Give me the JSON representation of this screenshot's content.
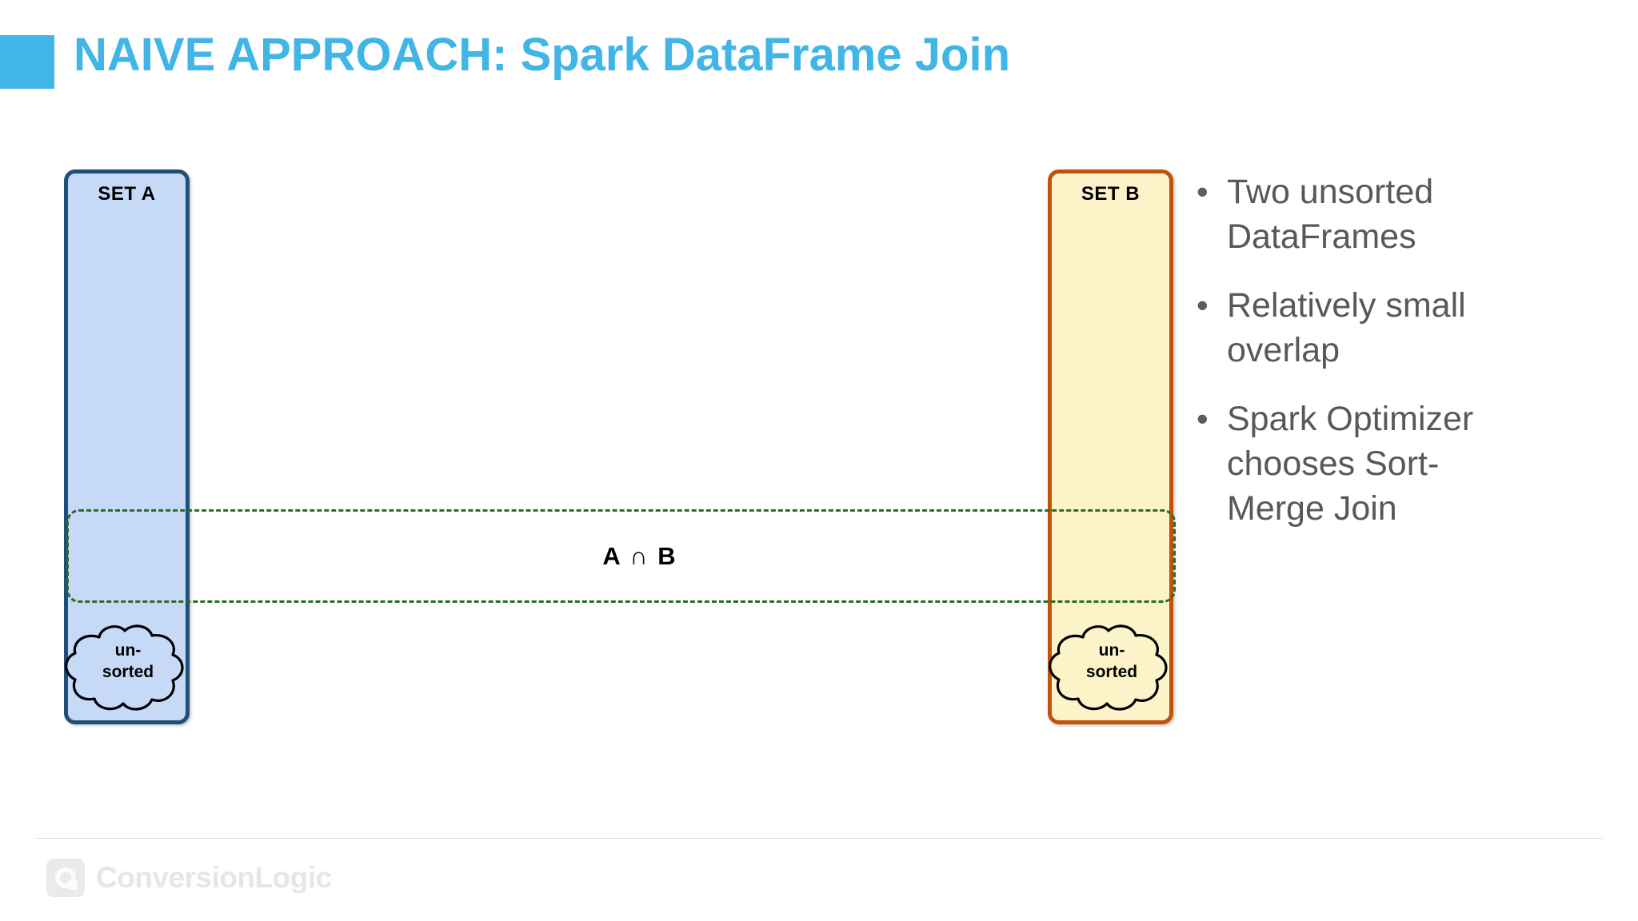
{
  "slide": {
    "title_prefix": "NAIVE APPROACH: ",
    "title_suffix": "Spark DataFrame Join",
    "title_full": "NAIVE APPROACH: Spark DataFrame Join",
    "accent_color": "#41B6E6",
    "background_color": "#FFFFFF"
  },
  "diagram": {
    "set_a": {
      "label": "SET A",
      "fill_color": "#C6D9F7",
      "border_color": "#1F4E79",
      "cloud_label_line1": "un-",
      "cloud_label_line2": "sorted"
    },
    "set_b": {
      "label": "SET B",
      "fill_color": "#FCF4C8",
      "border_color": "#C1520B",
      "cloud_label_line1": "un-",
      "cloud_label_line2": "sorted"
    },
    "intersection": {
      "label": "A ∩ B",
      "border_color": "#2E6B29",
      "border_style": "dashed"
    }
  },
  "bullets": {
    "marker": "•",
    "text_color": "#55595C",
    "items": [
      {
        "text": "Two unsorted DataFrames"
      },
      {
        "text": "Relatively small overlap"
      },
      {
        "text": "Spark Optimizer chooses Sort-Merge Join"
      }
    ]
  },
  "footer": {
    "logo_text": "ConversionLogic",
    "logo_icon": "conversionlogic-mark-icon",
    "logo_color": "#E6E6E9"
  }
}
